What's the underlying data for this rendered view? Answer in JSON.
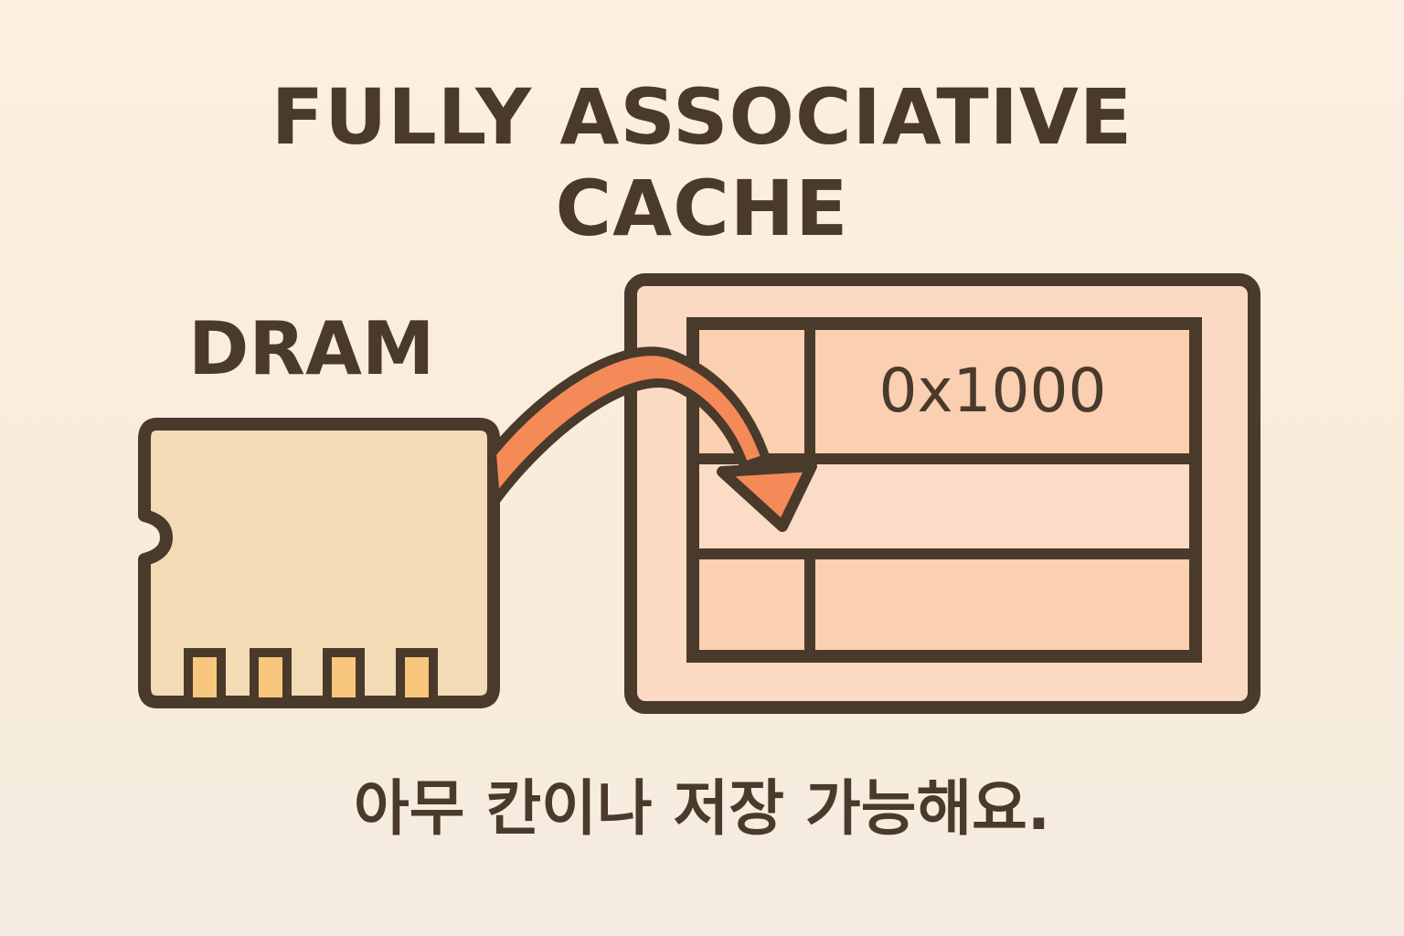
{
  "title": {
    "line1": "FULLY ASSOCIATIVE",
    "line2": "CACHE"
  },
  "dram": {
    "label": "DRAM"
  },
  "cache": {
    "stored_address": "0x1000"
  },
  "caption": "아무 칸이나 저장 가능해요.",
  "colors": {
    "outline": "#4a3a2b",
    "dram_fill": "#f3dbb5",
    "contact_fill": "#f8c67c",
    "cache_outer_fill": "#fbdac4",
    "cache_cell_fill": "#fbcfb1",
    "arrow": "#f48a58"
  }
}
